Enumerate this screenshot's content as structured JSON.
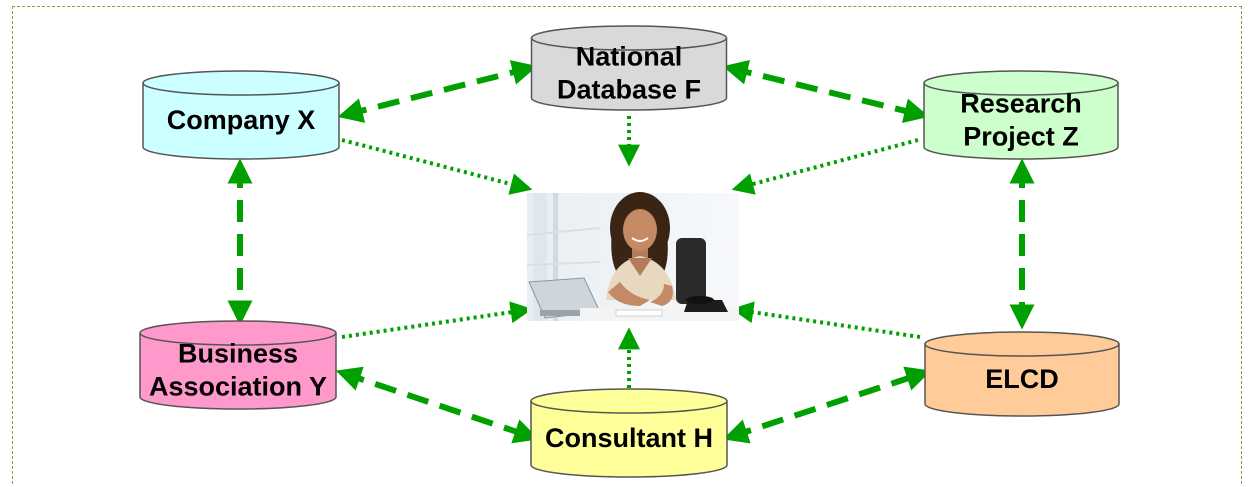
{
  "nodes": [
    {
      "id": "national-database-f",
      "lines": [
        "National",
        "Database F"
      ],
      "fill": "#d9d9d9",
      "stroke": "#555555"
    },
    {
      "id": "company-x",
      "lines": [
        "Company X"
      ],
      "fill": "#ccffff",
      "stroke": "#555555"
    },
    {
      "id": "research-project-z",
      "lines": [
        "Research",
        "Project Z"
      ],
      "fill": "#ccffcc",
      "stroke": "#555555"
    },
    {
      "id": "business-association-y",
      "lines": [
        "Business",
        "Association Y"
      ],
      "fill": "#ff99cc",
      "stroke": "#555555"
    },
    {
      "id": "elcd",
      "lines": [
        "ELCD"
      ],
      "fill": "#ffcc99",
      "stroke": "#555555"
    },
    {
      "id": "consultant-h",
      "lines": [
        "Consultant H"
      ],
      "fill": "#ffff99",
      "stroke": "#555555"
    }
  ],
  "center": {
    "description_icon": "person-at-desk-photo"
  },
  "colors": {
    "arrow": "#00a000",
    "frame": "#6aa84f"
  }
}
